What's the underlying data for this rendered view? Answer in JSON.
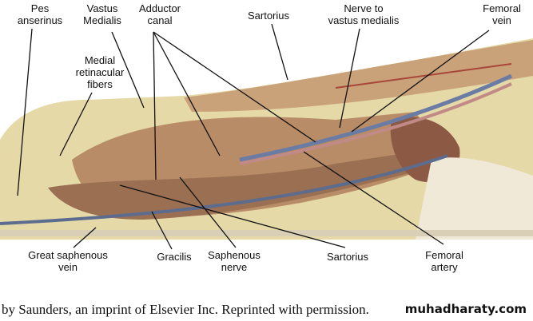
{
  "labels": {
    "pes_anserinus": "Pes\nanserinus",
    "vastus_medialis": "Vastus\nMedialis",
    "adductor_canal": "Adductor\ncanal",
    "sartorius_top": "Sartorius",
    "nerve_vastus": "Nerve to\nvastus medialis",
    "femoral_vein": "Femoral\nvein",
    "medial_retinacular": "Medial\nretinacular\nfibers",
    "great_saphenous": "Great saphenous\nvein",
    "gracilis": "Gracilis",
    "saphenous_nerve": "Saphenous\nnerve",
    "sartorius_bottom": "Sartorius",
    "femoral_artery": "Femoral\nartery"
  },
  "caption": "by Saunders, an imprint of Elsevier Inc. Reprinted with permission.",
  "watermark": "muhadharaty.com"
}
